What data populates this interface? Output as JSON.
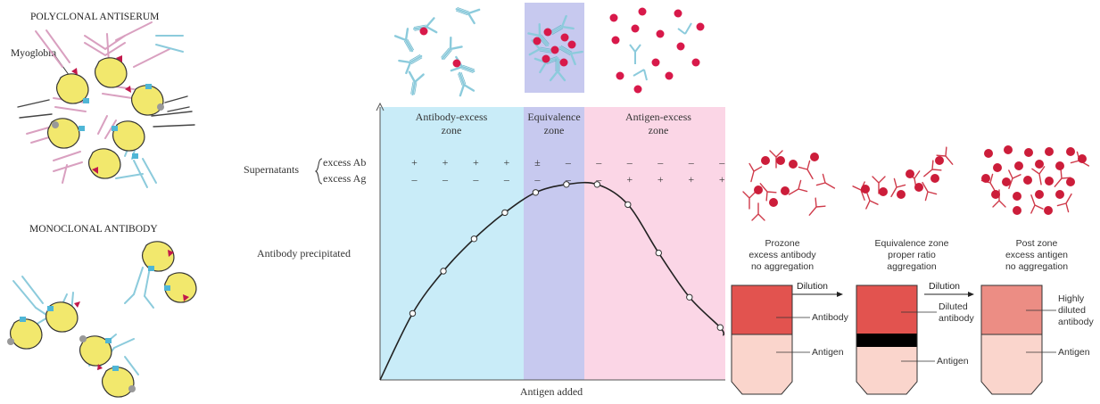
{
  "left": {
    "polyclonal_title": "POLYCLONAL ANTISERUM",
    "myoglobin_label": "Myoglobin",
    "monoclonal_title": "MONOCLONAL ANTIBODY"
  },
  "chart": {
    "zones": [
      {
        "line1": "Antibody-excess",
        "line2": "zone"
      },
      {
        "line1": "Equivalence",
        "line2": "zone"
      },
      {
        "line1": "Antigen-excess",
        "line2": "zone"
      }
    ],
    "supernatants_label": "Supernatants",
    "excess_ab_label": "excess Ab",
    "excess_ag_label": "excess Ag",
    "ab_signs": [
      "+",
      "+",
      "+",
      "+",
      "±",
      "–",
      "–",
      "–",
      "–",
      "–",
      "–"
    ],
    "ag_signs": [
      "–",
      "–",
      "–",
      "–",
      "–",
      "–",
      "–",
      "+",
      "+",
      "+",
      "+"
    ],
    "ylabel": "Antibody precipitated",
    "xlabel": "Antigen added"
  },
  "chart_data": {
    "type": "line",
    "title": "",
    "xlabel": "Antigen added",
    "ylabel": "Antibody precipitated",
    "x": [
      1,
      2,
      3,
      4,
      5,
      6,
      7,
      8,
      9,
      10,
      11
    ],
    "series": [
      {
        "values": [
          0.33,
          0.54,
          0.7,
          0.83,
          0.93,
          0.97,
          0.97,
          0.87,
          0.63,
          0.41,
          0.26
        ]
      }
    ],
    "xlim": [
      0,
      11
    ],
    "ylim": [
      0,
      1
    ],
    "grid": false
  },
  "right": {
    "panels": [
      {
        "line1": "Prozone",
        "line2": "excess antibody",
        "line3": "no aggregation",
        "top_label": "Antibody",
        "bottom_label": "Antigen"
      },
      {
        "line1": "Equivalence zone",
        "line2": "proper ratio",
        "line3": "aggregation",
        "top_label": "Diluted antibody",
        "top_label_1": "Diluted",
        "top_label_2": "antibody",
        "bottom_label": "Antigen"
      },
      {
        "line1": "Post zone",
        "line2": "excess antigen",
        "line3": "no aggregation",
        "top_label": "Highly diluted antibody",
        "top_label_1": "Highly",
        "top_label_2": "diluted",
        "top_label_3": "antibody",
        "bottom_label": "Antigen"
      }
    ],
    "dilution_label": "Dilution"
  },
  "colors": {
    "ab_excess_zone": "#c9ecf8",
    "equivalence_zone": "#c7c9ef",
    "ag_excess_zone": "#fbd6e6",
    "antigen_red": "#d8194a",
    "tube_antibody": "#e2534f",
    "tube_antibody_diluted": "#ec8d84",
    "tube_antigen": "#fad5cc",
    "precipitate": "#000000",
    "antibody_blue": "#8ccbdc",
    "antibody_pink": "#d9a0c0",
    "myoglobin_yellow": "#f2e86d"
  },
  "icons": [
    "antibody-icon",
    "antigen-icon",
    "myoglobin-icon",
    "arrow-right-icon",
    "test-tube-icon"
  ]
}
